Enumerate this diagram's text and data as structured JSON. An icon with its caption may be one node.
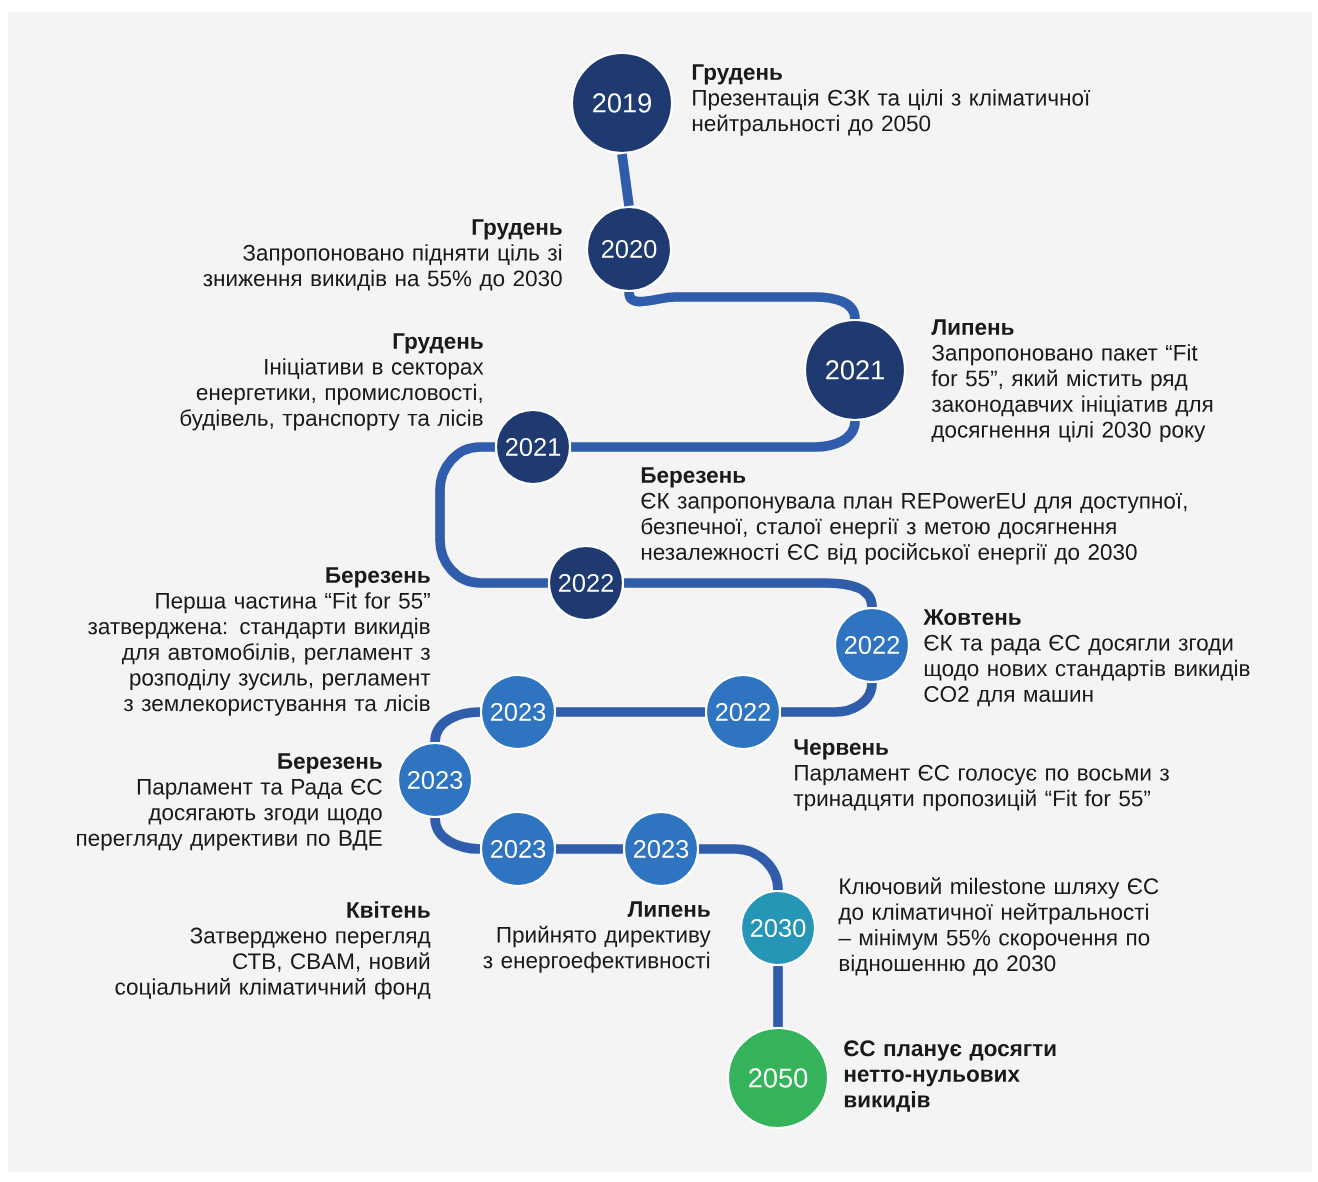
{
  "diagram": {
    "nodes": [
      {
        "text": [
          "2019"
        ],
        "beside": [
          "Грудень",
          "Презентація ЄЗК та цілі з кліматичної нейтральності до 2050"
        ]
      },
      {
        "text": [
          "2020"
        ],
        "beside": [
          "Грудень",
          "Запропоновано підняти ціль зі зниження викидів на 55% до 2030"
        ]
      },
      {
        "text": [
          "2021"
        ],
        "beside": [
          "Липень",
          "Запропоновано пакет “Fit for 55”, який містить ряд законодавчих ініціатив для досягнення цілі 2030 року"
        ]
      },
      {
        "text": [
          "2021"
        ],
        "beside": [
          "Грудень",
          "Ініціативи в секторах енергетики, промисловості, будівель, транспорту та лісів"
        ]
      },
      {
        "text": [
          "2022"
        ],
        "beside": [
          "Березень",
          "ЄК запропонувала план REPowerEU для доступної, безпечної, сталої енергії з метою досягнення незалежності ЄС від російської енергії до 2030"
        ]
      },
      {
        "text": [
          "2022"
        ],
        "beside": [
          "Жовтень",
          "ЄК та рада ЄС досягли згоди щодо нових стандартів викидів CO2 для машин"
        ]
      },
      {
        "text": [
          "2022"
        ],
        "beside": [
          "Червень",
          "Парламент ЄС голосує по восьми з тринадцяти пропозицій “Fit for 55”"
        ]
      },
      {
        "text": [
          "2023"
        ],
        "beside": [
          "Березень",
          "Перша частина “Fit for 55” затверджена: стандарти викидів для автомобілів, регламент з розподілу зусиль, регламент з землекористування та лісів"
        ]
      },
      {
        "text": [
          "2023"
        ],
        "beside": [
          "Березень",
          "Парламент та Рада ЄС досягають згоди щодо перегляду директиви по ВДЕ"
        ]
      },
      {
        "text": [
          "2023"
        ],
        "beside": [
          "Квітень",
          "Затверджено перегляд СТВ, CBAM, новий соціальний кліматичний фонд"
        ]
      },
      {
        "text": [
          "2023"
        ],
        "beside": [
          "Липень",
          "Прийнято директиву з енергоефективності"
        ]
      },
      {
        "text": [
          "2030"
        ],
        "beside": [
          "Ключовий milestone шляху ЄС до кліматичної нейтральності – мінімум 55% скорочення по відношенню до 2030"
        ]
      },
      {
        "text": [
          "2050"
        ],
        "beside": [
          "ЄС планує досягти нетто-нульових викидів"
        ]
      }
    ],
    "edges": [
      {
        "from": 0,
        "to": 1,
        "arrow": "none"
      },
      {
        "from": 1,
        "to": 2,
        "arrow": "none"
      },
      {
        "from": 2,
        "to": 3,
        "arrow": "none"
      },
      {
        "from": 3,
        "to": 4,
        "arrow": "none"
      },
      {
        "from": 4,
        "to": 5,
        "arrow": "none"
      },
      {
        "from": 5,
        "to": 6,
        "arrow": "none"
      },
      {
        "from": 6,
        "to": 7,
        "arrow": "none"
      },
      {
        "from": 7,
        "to": 8,
        "arrow": "none"
      },
      {
        "from": 8,
        "to": 9,
        "arrow": "none"
      },
      {
        "from": 9,
        "to": 10,
        "arrow": "none"
      },
      {
        "from": 10,
        "to": 11,
        "arrow": "none"
      },
      {
        "from": 11,
        "to": 12,
        "arrow": "none"
      }
    ]
  }
}
